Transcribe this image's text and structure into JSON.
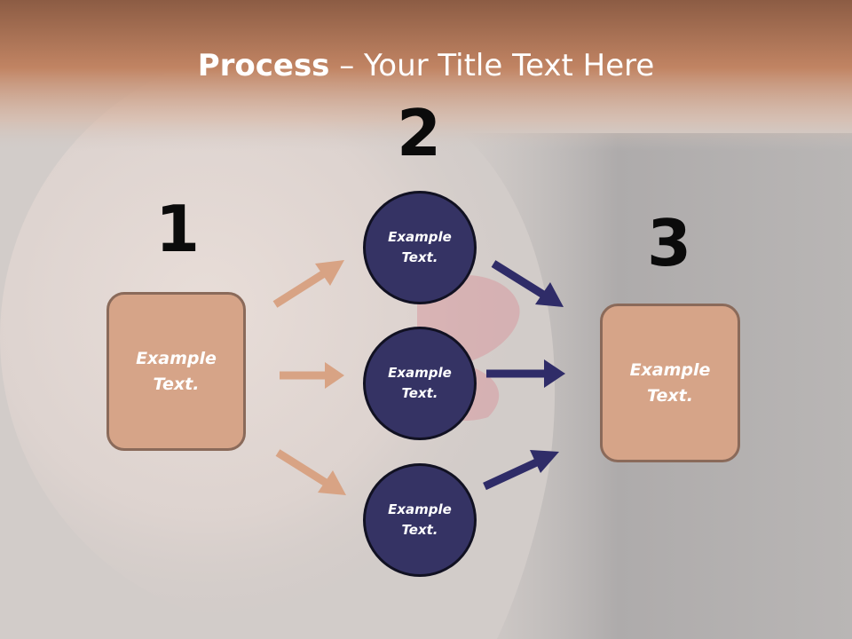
{
  "title": {
    "bold": "Process",
    "rest": " – Your Title Text Here"
  },
  "steps": [
    {
      "number": "1"
    },
    {
      "number": "2"
    },
    {
      "number": "3"
    }
  ],
  "left_box": {
    "line1": "Example",
    "line2": "Text."
  },
  "circles": [
    {
      "line1": "Example",
      "line2": "Text."
    },
    {
      "line1": "Example",
      "line2": "Text."
    },
    {
      "line1": "Example",
      "line2": "Text."
    }
  ],
  "right_box": {
    "line1": "Example",
    "line2": "Text."
  },
  "colors": {
    "header_band": "#b97a5a",
    "box_fill": "#d6a488",
    "circle_fill": "#353364",
    "arrow_light": "#d8a384",
    "arrow_dark": "#2f2c68"
  }
}
